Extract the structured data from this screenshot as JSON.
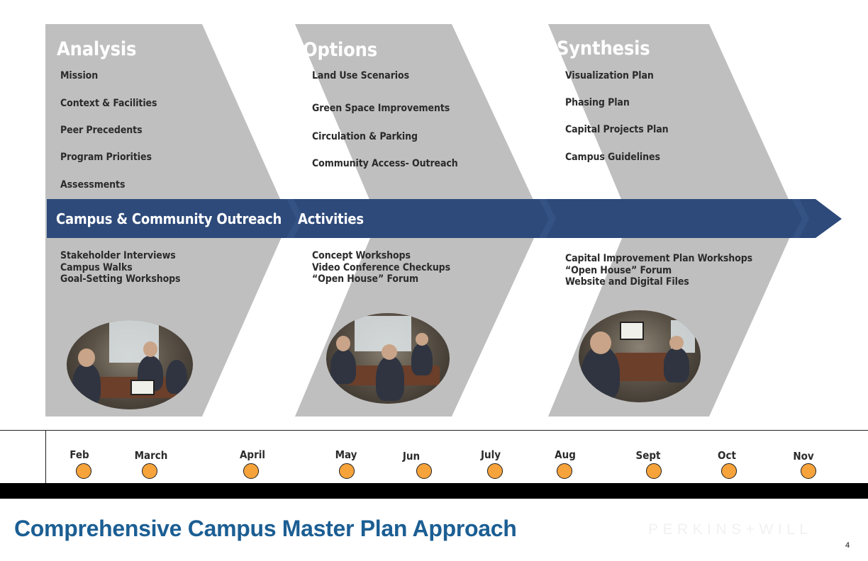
{
  "colors": {
    "chevron": "#bfbfbf",
    "banner": "#2e4a7a",
    "dot": "#f6a33c",
    "footer_title": "#1b5e93"
  },
  "phases": [
    {
      "title": "Analysis",
      "items": [
        "Mission",
        "Context & Facilities",
        "Peer Precedents",
        "Program Priorities",
        "Assessments"
      ],
      "activities": [
        "Stakeholder Interviews",
        "Campus Walks",
        "Goal-Setting Workshops"
      ]
    },
    {
      "title": "Options",
      "items": [
        "Land Use Scenarios",
        "Green Space  Improvements",
        "Circulation & Parking",
        "Community Access- Outreach"
      ],
      "activities": [
        "Concept Workshops",
        "Video Conference Checkups",
        "“Open House” Forum"
      ]
    },
    {
      "title": "Synthesis",
      "items": [
        "Visualization Plan",
        "Phasing Plan",
        "Capital Projects Plan",
        "Campus Guidelines"
      ],
      "activities": [
        "Capital  Improvement  Plan Workshops",
        "“Open House” Forum",
        "Website and Digital Files"
      ]
    }
  ],
  "banner": {
    "label_1": "Campus & Community Outreach",
    "label_2": "Activities"
  },
  "timeline": {
    "months": [
      "Feb",
      "March",
      "April",
      "May",
      "Jun",
      "July",
      "Aug",
      "Sept",
      "Oct",
      "Nov"
    ]
  },
  "footer": {
    "title": "Comprehensive Campus Master Plan Approach",
    "logo": "PERKINS+WILL",
    "page_number": "4"
  }
}
